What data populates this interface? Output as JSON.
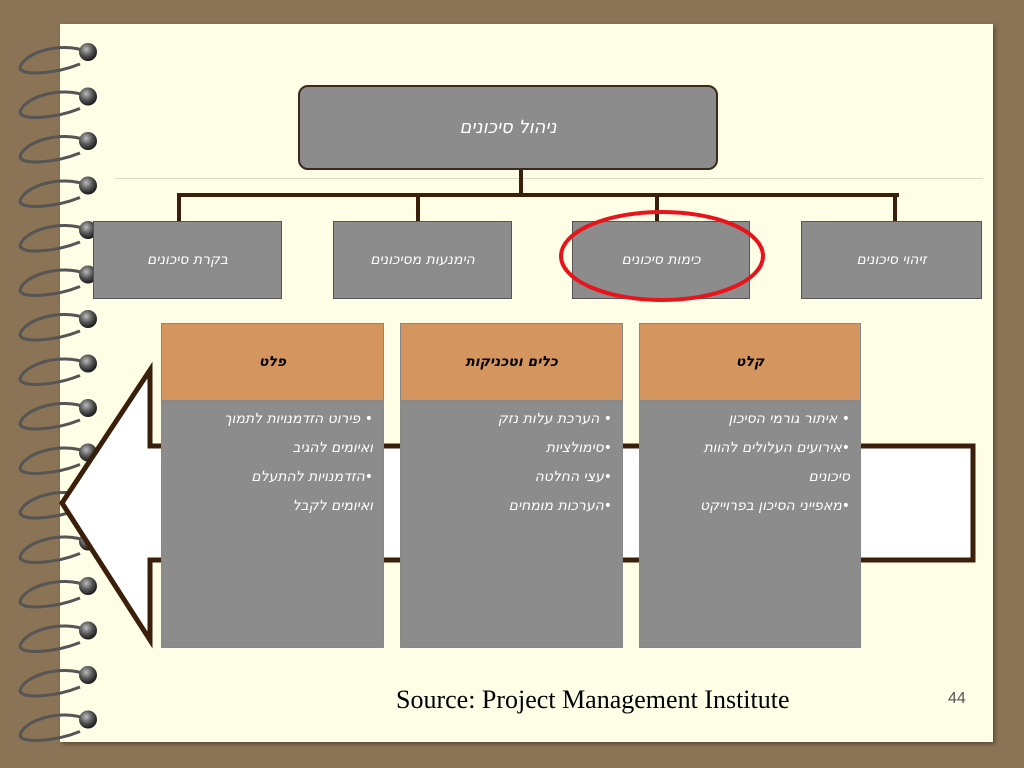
{
  "title": "ניהול  סיכונים",
  "processes": [
    {
      "label": "זיהוי סיכונים"
    },
    {
      "label": "כימות סיכונים"
    },
    {
      "label": "הימנעות מסיכונים"
    },
    {
      "label": "בקרת סיכונים"
    }
  ],
  "columns": [
    {
      "header": "קלט",
      "lines": [
        "• איתור גורמי הסיכון",
        "•אירועים העלולים להוות",
        "סיכונים",
        "•מאפייני הסיכון בפרוייקט"
      ]
    },
    {
      "header": "כלים וטכניקות",
      "lines": [
        "• הערכת עלות נזק",
        "•סימולציות",
        "•עצי החלטה",
        "•הערכות מומחים"
      ]
    },
    {
      "header": "פלט",
      "lines": [
        "• פירוט הזדמנויות לתמוך",
        "ואיומים להגיב",
        "•הזדמנויות להתעלם",
        "ואיומים לקבל"
      ]
    }
  ],
  "source": "Source: Project Management Institute",
  "page_number": "44",
  "colors": {
    "box_gray": "#8C8C8C",
    "header_tan": "#D4955E",
    "highlight_circle": "#E8141C",
    "connector": "#3a1f0a"
  }
}
